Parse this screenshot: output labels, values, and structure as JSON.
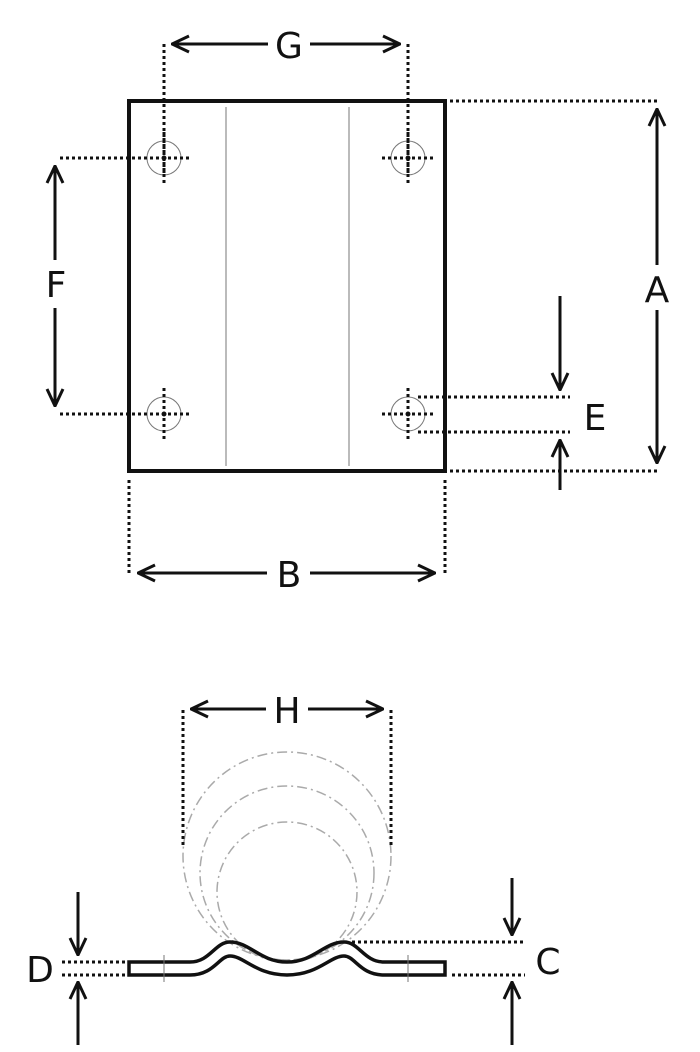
{
  "labels": {
    "a": "A",
    "b": "B",
    "c": "C",
    "d": "D",
    "e": "E",
    "f": "F",
    "g": "G",
    "h": "H"
  },
  "colors": {
    "line": "#111111",
    "construction": "#777777",
    "phantom": "#aaaaaa",
    "background": "#ffffff"
  }
}
